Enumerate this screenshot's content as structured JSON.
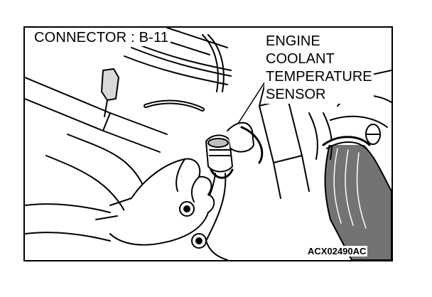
{
  "connector_label": "CONNECTOR : B-11",
  "sensor_label": {
    "line1": "ENGINE",
    "line2": "COOLANT",
    "line3": "TEMPERATURE",
    "line4": "SENSOR"
  },
  "figure_code": "ACX02490AC",
  "colors": {
    "ink": "#000000",
    "paper": "#ffffff"
  }
}
